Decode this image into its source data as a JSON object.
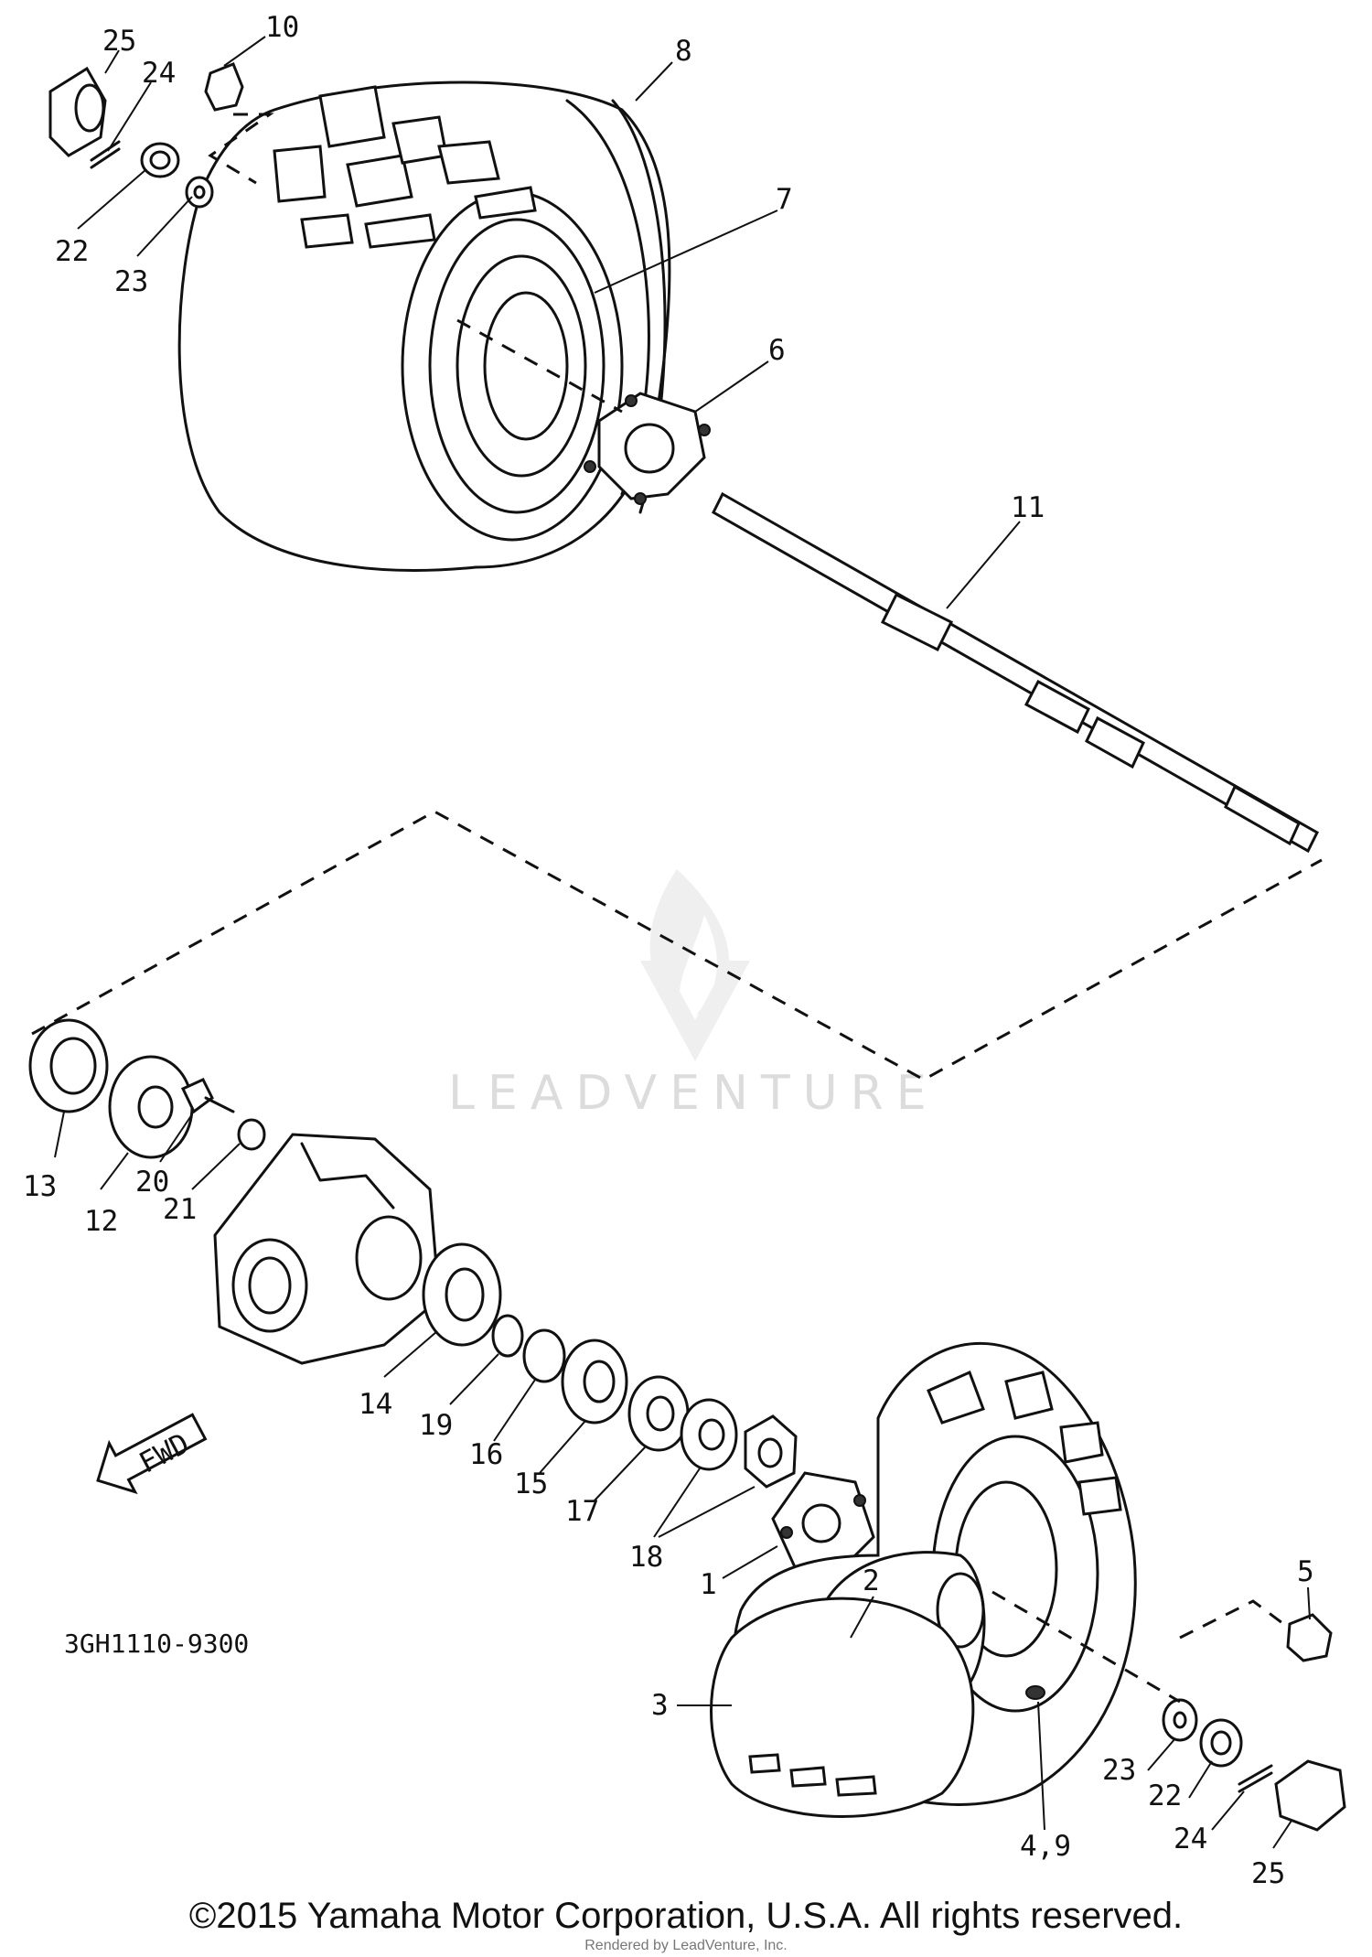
{
  "callouts": [
    "1",
    "2",
    "3",
    "4,9",
    "5",
    "6",
    "7",
    "8",
    "10",
    "11",
    "12",
    "13",
    "14",
    "15",
    "16",
    "17",
    "18",
    "19",
    "20",
    "21",
    "22",
    "23",
    "24",
    "25",
    "22",
    "23",
    "24",
    "25"
  ],
  "diagram_code": "3GH1110-9300",
  "fwd_label": "FWD",
  "watermark": "LEADVENTURE",
  "copyright": "©2015 Yamaha Motor Corporation, U.S.A. All rights reserved.",
  "rendered_by": "Rendered by LeadVenture, Inc."
}
